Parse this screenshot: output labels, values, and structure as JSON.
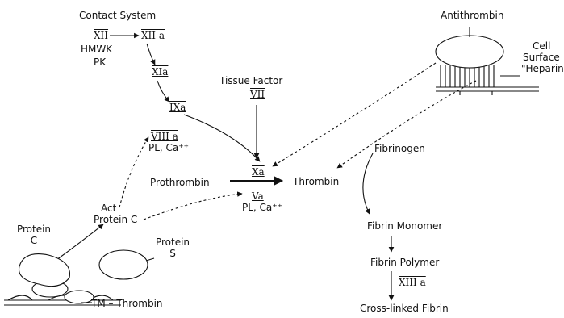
{
  "labels": {
    "contact_system": "Contact System",
    "xii": "XII",
    "xiia": "XII a",
    "hmwk": "HMWK",
    "pk": "PK",
    "xia": "XIa",
    "ixa": "IXa",
    "tissue_factor": "Tissue Factor",
    "vii": "VII",
    "viiia": "VIII a",
    "pl_ca_1": "PL, Ca⁺⁺",
    "xa": "Xa",
    "prothrombin": "Prothrombin",
    "thrombin": "Thrombin",
    "va": "Va",
    "pl_ca_2": "PL, Ca⁺⁺",
    "antithrombin": "Antithrombin",
    "cell": "Cell",
    "surface": "Surface",
    "heparin": "\"Heparin\"",
    "fibrinogen": "Fibrinogen",
    "fibrin_monomer": "Fibrin Monomer",
    "fibrin_polymer": "Fibrin Polymer",
    "xiiia": "XIII a",
    "cross_linked_fibrin": "Cross-linked Fibrin",
    "protein_c": "Protein C",
    "protein_c_line1": "Protein",
    "protein_c_line2": "C",
    "act": "Act",
    "act_protein_c": "Protein C",
    "protein_s_line1": "Protein",
    "protein_s_line2": "S",
    "tm_thrombin": "TM – Thrombin"
  }
}
